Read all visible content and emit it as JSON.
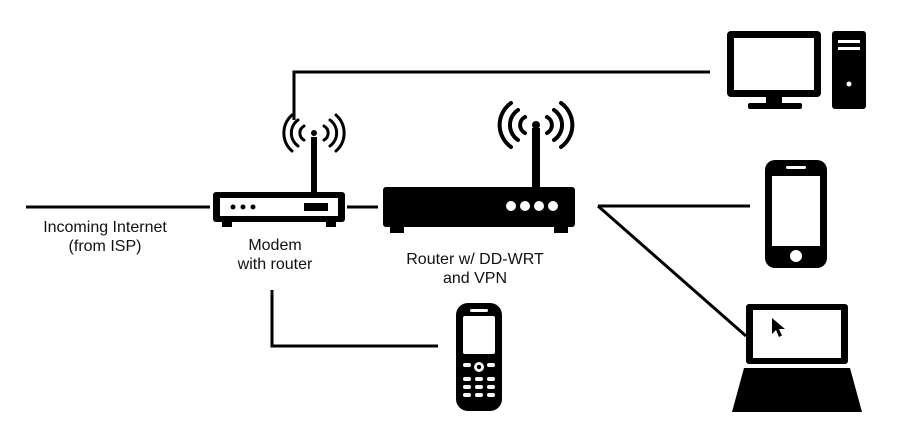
{
  "labels": {
    "incoming_line1": "Incoming Internet",
    "incoming_line2": "(from ISP)",
    "modem_line1": "Modem",
    "modem_line2": "with router",
    "router_line1": "Router w/ DD-WRT",
    "router_line2": "and VPN"
  },
  "icons": {
    "modem": "modem-router-icon",
    "router": "ddwrt-router-icon",
    "desktop": "desktop-computer-icon",
    "smartphone": "smartphone-icon",
    "laptop": "laptop-icon",
    "feature_phone": "feature-phone-icon",
    "wifi": "wifi-signal-icon"
  },
  "colors": {
    "ink": "#000000",
    "background": "#ffffff"
  }
}
